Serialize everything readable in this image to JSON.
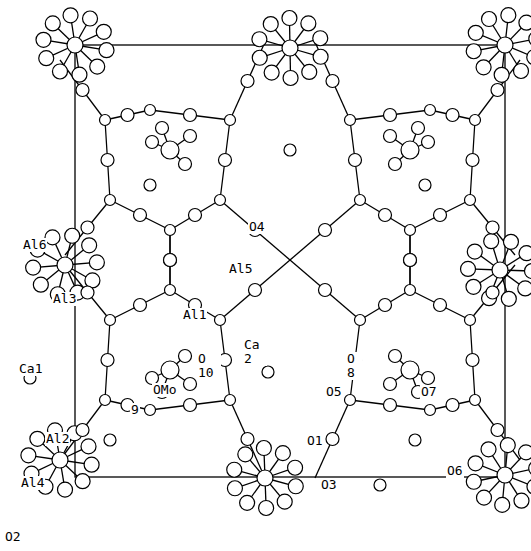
{
  "diagram": {
    "labels": [
      "Al6",
      "Al3",
      "Ca1",
      "Al2",
      "Al4",
      "O2",
      "O4",
      "Al5",
      "Al1",
      "Ca 2",
      "O 10",
      "OMo",
      "9",
      "O 8",
      "O5",
      "O7",
      "O6",
      "O1",
      "O3"
    ]
  }
}
